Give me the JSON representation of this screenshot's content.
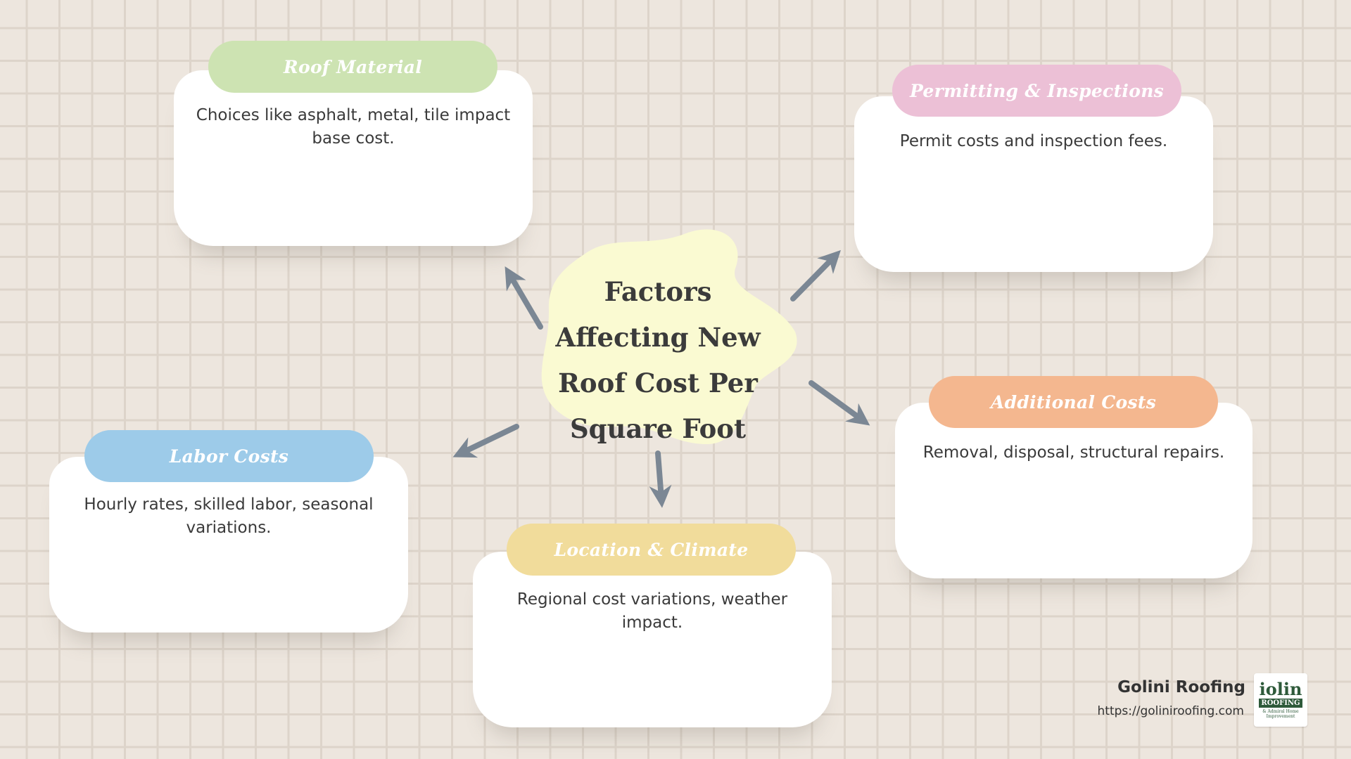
{
  "center": {
    "title": "Factors Affecting New Roof Cost Per Square Foot"
  },
  "factors": [
    {
      "id": "roof-material",
      "label": "Roof Material",
      "description": "Choices like asphalt, metal, tile impact base cost.",
      "color": "#cde3b2"
    },
    {
      "id": "permitting",
      "label": "Permitting & Inspections",
      "description": "Permit costs and inspection fees.",
      "color": "#ecc0d6"
    },
    {
      "id": "additional-costs",
      "label": "Additional Costs",
      "description": "Removal, disposal, structural repairs.",
      "color": "#f4b78f"
    },
    {
      "id": "labor-costs",
      "label": "Labor Costs",
      "description": "Hourly rates, skilled labor, seasonal variations.",
      "color": "#9dcbe9"
    },
    {
      "id": "location-climate",
      "label": "Location & Climate",
      "description": "Regional cost variations, weather impact.",
      "color": "#f1dc9b"
    }
  ],
  "colors": {
    "center_blob": "#fafad2",
    "arrow": "#7b8794",
    "background": "#ede6de"
  },
  "brand": {
    "name": "Golini Roofing",
    "url": "https://goliniroofing.com",
    "logo_top": "iolin",
    "logo_band": "ROOFING",
    "logo_sub": "& Admiral Home Improvement"
  }
}
